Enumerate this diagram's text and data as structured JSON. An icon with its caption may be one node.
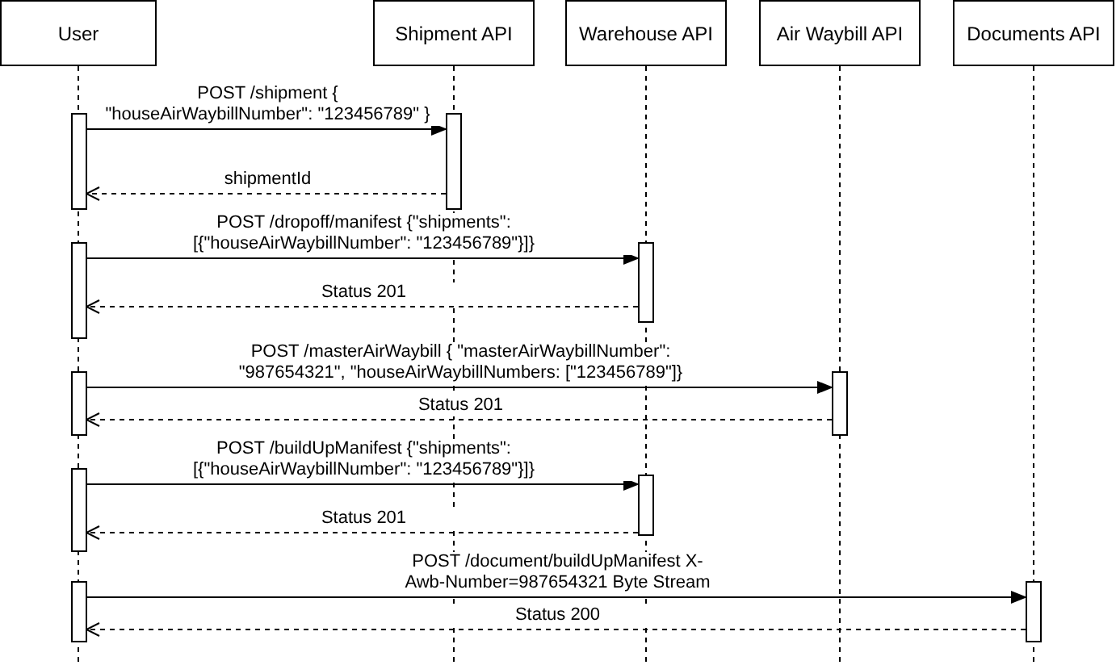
{
  "diagram": {
    "nodes": [
      {
        "text": [
          "User"
        ]
      },
      {
        "text": [
          "Shipment API"
        ]
      },
      {
        "text": [
          "Warehouse API"
        ]
      },
      {
        "text": [
          "Air Waybill API"
        ]
      },
      {
        "text": [
          "Documents API"
        ]
      },
      {
        "text": [],
        "shape": "bar"
      },
      {
        "text": [],
        "shape": "bar"
      },
      {
        "text": [],
        "shape": "bar"
      },
      {
        "text": [],
        "shape": "bar"
      },
      {
        "text": [],
        "shape": "bar"
      },
      {
        "text": [],
        "shape": "bar"
      },
      {
        "text": [],
        "shape": "bar"
      },
      {
        "text": [],
        "shape": "bar"
      },
      {
        "text": [],
        "shape": "bar"
      },
      {
        "text": [],
        "shape": "bar"
      }
    ],
    "edges": [
      {
        "from": 5,
        "to": 6,
        "arrow": "to",
        "label": "POST /shipment { \"houseAirWaybillNumber\": \"123456789\" }"
      },
      {
        "from": 6,
        "to": 5,
        "arrow": "to",
        "style": "dashed",
        "label": "shipmentId"
      },
      {
        "from": 7,
        "to": 8,
        "arrow": "to",
        "label": "POST /dropoff/manifest {\"shipments\": [{\"houseAirWaybillNumber\": \"123456789\"}]}"
      },
      {
        "from": 8,
        "to": 7,
        "arrow": "to",
        "style": "dashed",
        "label": "Status 201"
      },
      {
        "from": 9,
        "to": 10,
        "arrow": "to",
        "label": "POST /masterAirWaybill { \"masterAirWaybillNumber\": \"987654321\", \"houseAirWaybillNumbers: [\"123456789\"]}"
      },
      {
        "from": 10,
        "to": 9,
        "arrow": "to",
        "style": "dashed",
        "label": "Status 201"
      },
      {
        "from": 11,
        "to": 12,
        "arrow": "to",
        "label": "POST /buildUpManifest {\"shipments\": [{\"houseAirWaybillNumber\": \"123456789\"}]}"
      },
      {
        "from": 12,
        "to": 11,
        "arrow": "to",
        "style": "dashed",
        "label": "Status 201"
      },
      {
        "from": 13,
        "to": 14,
        "arrow": "to",
        "label": "POST /document/buildUpManifest X-Awb-Number=987654321 Byte Stream"
      },
      {
        "from": 14,
        "to": 13,
        "arrow": "to",
        "style": "dashed",
        "label": "Status 200"
      }
    ]
  }
}
